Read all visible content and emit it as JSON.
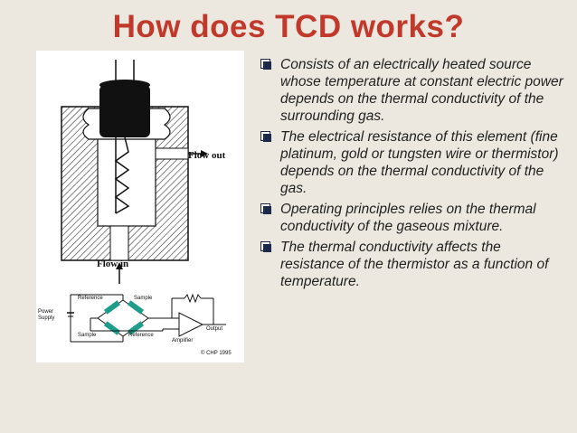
{
  "title": "How does TCD works?",
  "figure": {
    "flow_out": "Flow out",
    "flow_in": "Flow in",
    "circuit": {
      "reference_top": "Reference",
      "sample_top": "Sample",
      "power_supply_line1": "Power",
      "power_supply_line2": "Supply",
      "sample_bottom": "Sample",
      "reference_bottom": "Reference",
      "output": "Output",
      "amplifier": "Amplifier",
      "copyright": "CHP 1995"
    }
  },
  "bullets": [
    "Consists of an electrically heated source whose temperature at constant electric power depends on the thermal conductivity of the surrounding gas.",
    "The electrical resistance of this element (fine platinum, gold or tungsten wire or thermistor) depends on the thermal conductivity of the gas.",
    "Operating principles relies on the thermal conductivity of the gaseous mixture.",
    "The thermal conductivity affects the resistance of the thermistor as a function of temperature."
  ]
}
